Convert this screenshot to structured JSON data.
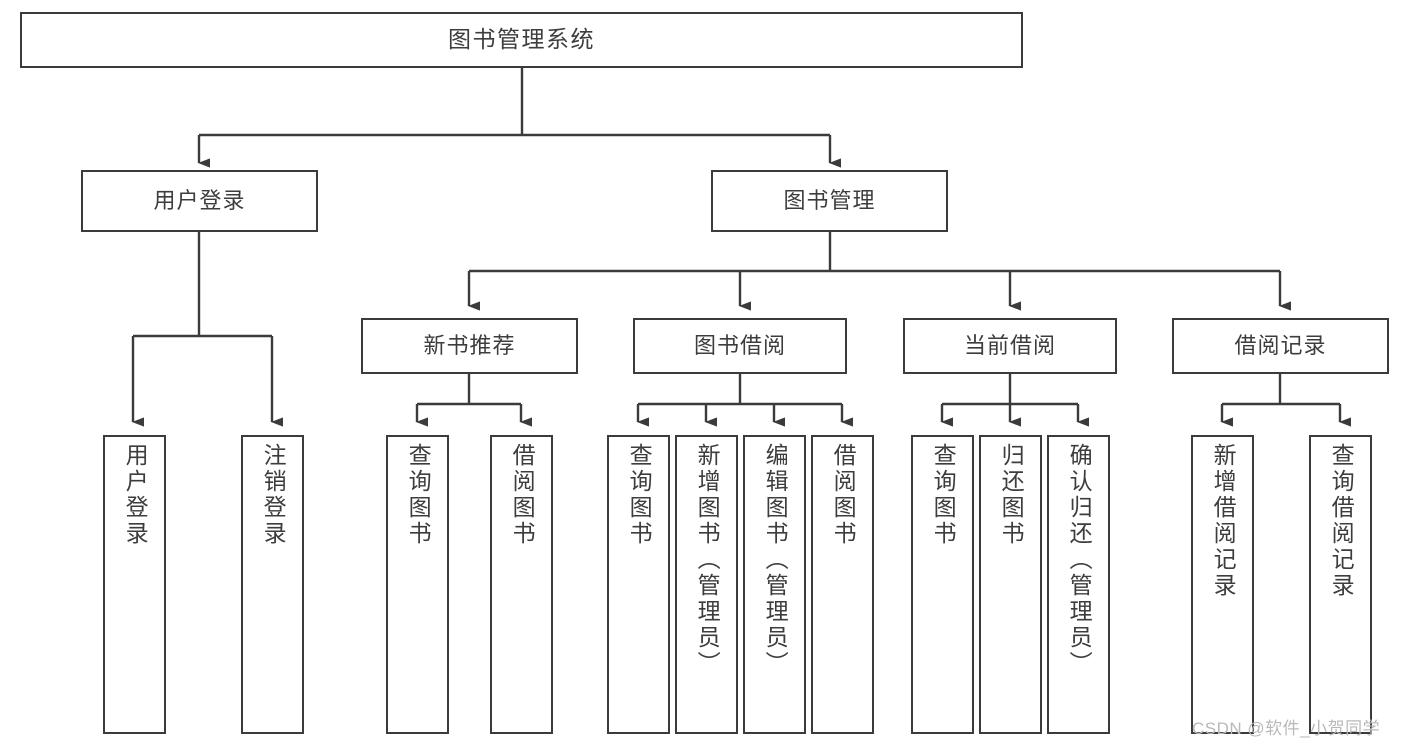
{
  "diagram": {
    "title_text": "图书管理系统",
    "type": "功能结构图",
    "line_color": "#3b3b3b",
    "text_color": "#3d3d3d",
    "background": "#ffffff"
  },
  "nodes": {
    "root": {
      "label": "图书管理系统"
    },
    "level2": [
      {
        "label": "用户登录"
      },
      {
        "label": "图书管理"
      }
    ],
    "level3": [
      {
        "label": "新书推荐"
      },
      {
        "label": "图书借阅"
      },
      {
        "label": "当前借阅"
      },
      {
        "label": "借阅记录"
      }
    ],
    "leaves_user_login": [
      {
        "label": "用户登录"
      },
      {
        "label": "注销登录"
      }
    ],
    "leaves_new_book": [
      {
        "label": "查询图书"
      },
      {
        "label": "借阅图书"
      }
    ],
    "leaves_borrow_book": [
      {
        "label": "查询图书"
      },
      {
        "label": "新增图书（管理员）"
      },
      {
        "label": "编辑图书（管理员）"
      },
      {
        "label": "借阅图书"
      }
    ],
    "leaves_current_borrow": [
      {
        "label": "查询图书"
      },
      {
        "label": "归还图书"
      },
      {
        "label": "确认归还（管理员）"
      }
    ],
    "leaves_borrow_record": [
      {
        "label": "新增借阅记录"
      },
      {
        "label": "查询借阅记录"
      }
    ]
  },
  "watermark": {
    "text": "CSDN @软件_小贺同学"
  }
}
